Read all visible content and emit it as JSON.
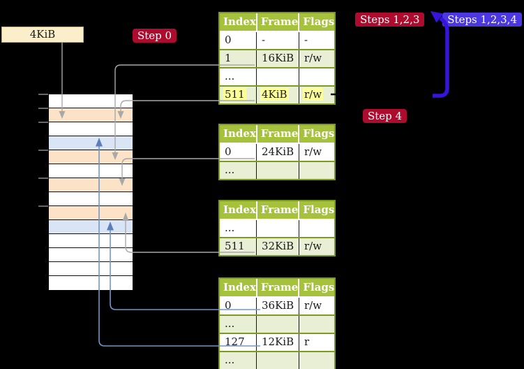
{
  "diagram": {
    "frame_size_label": "4KiB",
    "badges": {
      "step0": {
        "label": "Step 0",
        "color": "#ad0c2e"
      },
      "steps123": {
        "label": "Steps 1,2,3",
        "color": "#ad0c2e"
      },
      "steps1234": {
        "label": "Steps 1,2,3,4",
        "color": "#4c38e2"
      },
      "step4": {
        "label": "Step 4",
        "color": "#ad0c2e"
      }
    },
    "memory_column": {
      "row_colors": [
        "white",
        "orange",
        "white",
        "blue",
        "orange",
        "white",
        "orange",
        "white",
        "orange",
        "blue",
        "white",
        "white",
        "white",
        "white"
      ],
      "tick_count": 6
    },
    "tables": [
      {
        "headers": [
          "Index",
          "Frame",
          "Flags"
        ],
        "rows": [
          {
            "cells": [
              "0",
              "-",
              "-"
            ],
            "highlight": false
          },
          {
            "cells": [
              "1",
              "16KiB",
              "r/w"
            ],
            "highlight": false
          },
          {
            "cells": [
              "...",
              "",
              ""
            ],
            "highlight": false
          },
          {
            "cells": [
              "511",
              "4KiB",
              "r/w"
            ],
            "highlight": true
          }
        ]
      },
      {
        "headers": [
          "Index",
          "Frame",
          "Flags"
        ],
        "rows": [
          {
            "cells": [
              "0",
              "24KiB",
              "r/w"
            ],
            "highlight": false
          },
          {
            "cells": [
              "...",
              "",
              ""
            ],
            "highlight": false
          }
        ]
      },
      {
        "headers": [
          "Index",
          "Frame",
          "Flags"
        ],
        "rows": [
          {
            "cells": [
              "...",
              "",
              ""
            ],
            "highlight": false
          },
          {
            "cells": [
              "511",
              "32KiB",
              "r/w"
            ],
            "highlight": false
          }
        ]
      },
      {
        "headers": [
          "Index",
          "Frame",
          "Flags"
        ],
        "rows": [
          {
            "cells": [
              "0",
              "36KiB",
              "r/w"
            ],
            "highlight": false
          },
          {
            "cells": [
              "...",
              "",
              ""
            ],
            "highlight": false
          },
          {
            "cells": [
              "127",
              "12KiB",
              "r"
            ],
            "highlight": false
          },
          {
            "cells": [
              "...",
              "",
              ""
            ],
            "highlight": false
          }
        ]
      }
    ],
    "icons": {
      "flow_arrow": "thick-blue-up-left-arrow",
      "gray_connectors": "down-up-arrows-gray",
      "blue_connectors": "up-arrows-steel-blue"
    },
    "colors": {
      "background": "#000000",
      "badge_red": "#ad0c2e",
      "badge_blue": "#4c38e2",
      "flow_arrow_blue": "#3715d8",
      "connector_gray": "#a8a8a8",
      "connector_steel_blue": "#7496c8",
      "table_header_green": "#a6c23d",
      "table_row_green": "#e9efd5",
      "table_border_olive": "#7d9a21",
      "highlight_yellow": "#fdff99",
      "memory_row_orange": "#fce2c7",
      "memory_row_blue": "#d9e4f5",
      "frame_box_cream": "#fbeecb"
    }
  }
}
